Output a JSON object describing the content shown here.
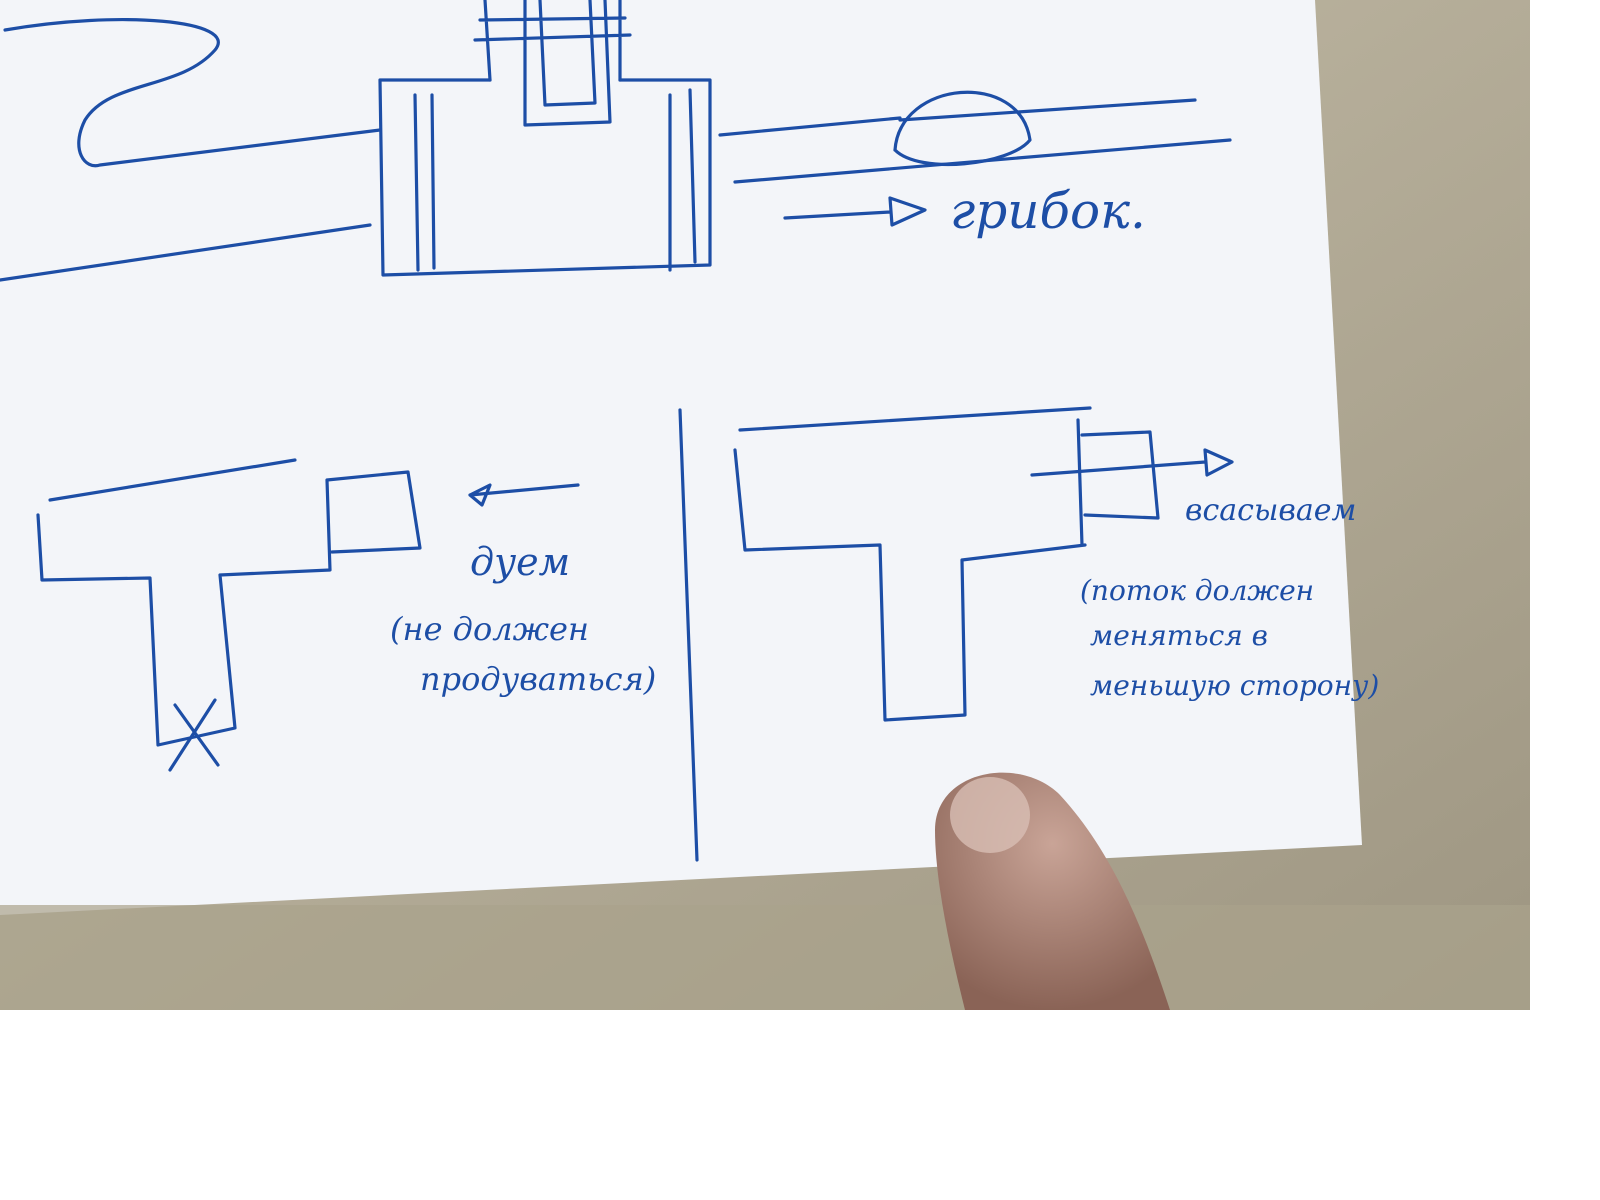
{
  "labels": {
    "fungus": "грибок.",
    "blow": "дуем",
    "blow_note_1": "(не должен",
    "blow_note_2": "продуваться)",
    "suck": "всасываем",
    "suck_note_1": "(поток должен",
    "suck_note_2": "меняться в",
    "suck_note_3": "меньшую сторону)"
  },
  "colors": {
    "ink": "#1d4ea6",
    "paper": "#f3f5f9",
    "table": "#b5ad98"
  }
}
